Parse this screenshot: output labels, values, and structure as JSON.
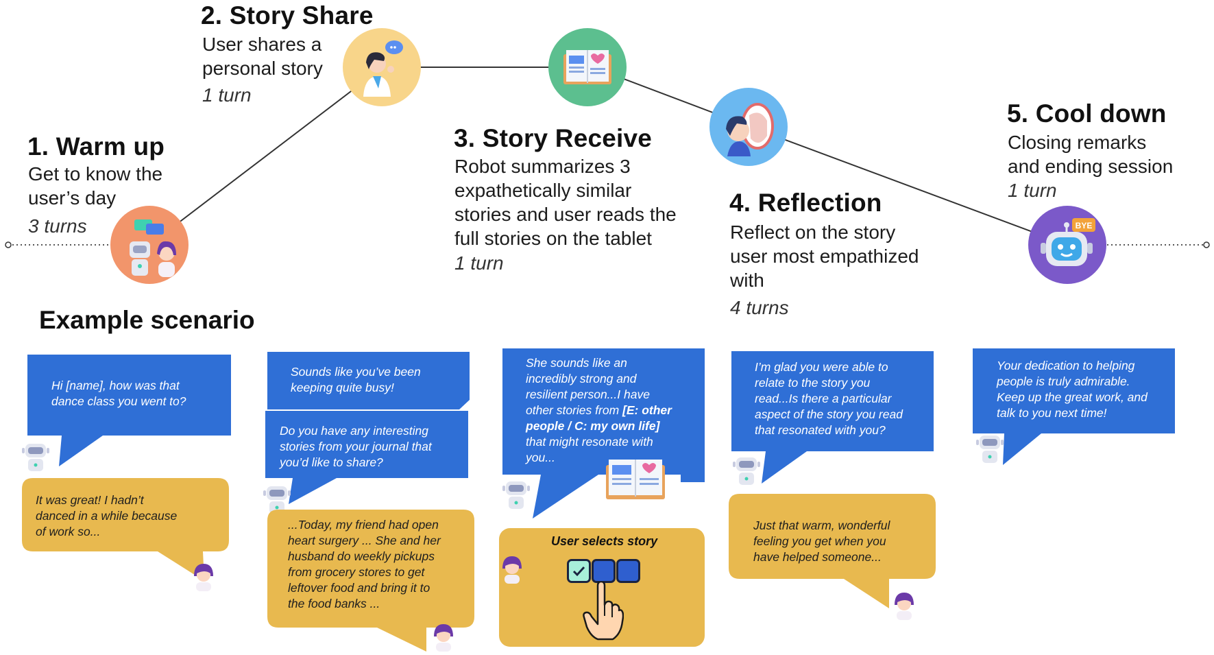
{
  "stages": [
    {
      "title": "1. Warm up",
      "desc": [
        "Get to know the",
        "user’s day"
      ],
      "turns": "3 turns",
      "color": "#f2956b"
    },
    {
      "title": "2. Story Share",
      "desc": [
        "User shares a",
        "personal story"
      ],
      "turns": "1 turn",
      "color": "#f8d58a"
    },
    {
      "title": "3. Story Receive",
      "desc": [
        "Robot summarizes 3",
        "expathetically similar",
        "stories and user reads the",
        "full stories on the tablet"
      ],
      "turns": "1 turn",
      "color": "#5cbf8f"
    },
    {
      "title": "4. Reflection",
      "desc": [
        "Reflect on the story",
        "user most empathized",
        "with"
      ],
      "turns": "4 turns",
      "color": "#6bb8f0"
    },
    {
      "title": "5. Cool down",
      "desc": [
        "Closing remarks",
        "and ending session"
      ],
      "turns": "1 turn",
      "color": "#7b59c9"
    }
  ],
  "icon_labels": {
    "bye_badge": "BYE"
  },
  "example_title": "Example scenario",
  "bubbles": {
    "c1_robot": [
      "Hi [name], how was that",
      "dance class you went to?"
    ],
    "c1_user": [
      "It was great! I hadn’t",
      "danced in a while because",
      "of work so..."
    ],
    "c2_robot1": [
      "Sounds like you’ve been",
      "keeping quite busy!"
    ],
    "c2_robot2": [
      "Do you have any interesting",
      "stories from your journal that",
      "you’d like to share?"
    ],
    "c2_user": [
      "...Today, my friend had open",
      "heart surgery ... She and her",
      "husband do weekly pickups",
      "from grocery stores to get",
      "leftover food and bring it to",
      "the food banks ..."
    ],
    "c3_robot": {
      "line1": "She sounds like an",
      "line2": "incredibly strong and",
      "line3": "resilient person...I have",
      "line4a": "other stories from ",
      "line4b": "[E: other",
      "line5": "people / C: my own life]",
      "line6": "that might resonate with",
      "line7": "you..."
    },
    "c3_select_title": "User selects story",
    "c4_robot": [
      "I’m glad you were able to",
      "relate to the story you",
      "read...Is there a particular",
      "aspect of the story you read",
      "that resonated with you?"
    ],
    "c4_user": [
      "Just that warm, wonderful",
      "feeling you get when you",
      "have helped someone..."
    ],
    "c5_robot": [
      "Your dedication to helping",
      "people is truly admirable.",
      "Keep up the great work, and",
      "talk to you next time!"
    ]
  },
  "colors": {
    "robot_bubble": "#2f6fd6",
    "user_bubble": "#e8b94f",
    "line": "#333333"
  }
}
